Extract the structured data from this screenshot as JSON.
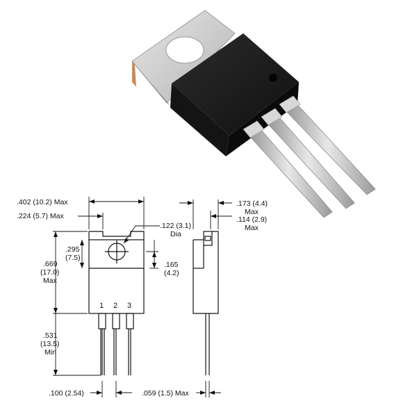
{
  "photo": {
    "alt": "TO-220 package transistor with three leads"
  },
  "drawing": {
    "pin_labels": [
      "1",
      "2",
      "3"
    ],
    "dimensions": {
      "width_max": ".402 (10.2) Max",
      "tab_width_max": ".224 (5.7) Max",
      "hole_dia_line1": ".122 (3.1)",
      "hole_dia_line2": "Dia",
      "hole_offset_line1": ".295",
      "hole_offset_line2": "(7.5)",
      "body_height_line1": ".669",
      "body_height_line2": "(17.0)",
      "body_height_line3": "Max",
      "hole_to_edge_line1": ".165",
      "hole_to_edge_line2": "(4.2)",
      "lead_length_line1": ".531",
      "lead_length_line2": "(13.5)",
      "lead_length_line3": "Min",
      "pitch": ".100 (2.54)",
      "lead_thickness": ".059 (1.5) Max",
      "thickness_max_line1": ".173 (4.4)",
      "thickness_max_line2": "Max",
      "tab_thickness_line1": ".114 (2.9)",
      "tab_thickness_line2": "Max"
    }
  },
  "colors": {
    "tab_metal": "#c9c9c9",
    "body_black": "#1c1c1c",
    "lead_silver": "#bcbcbc",
    "line": "#111111"
  }
}
